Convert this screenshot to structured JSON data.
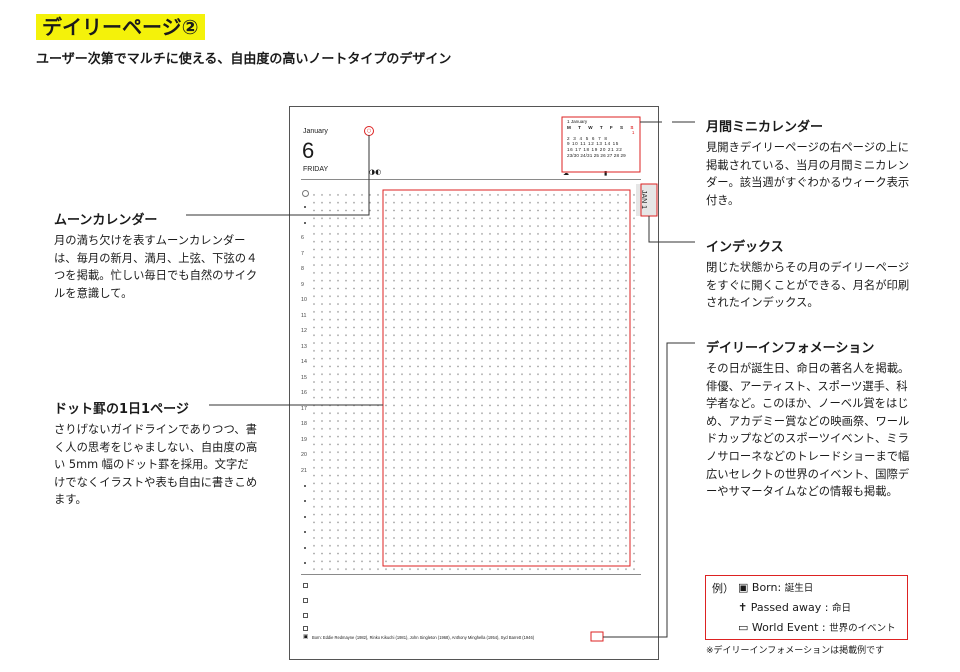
{
  "header": {
    "title": "デイリーページ②",
    "subtitle": "ユーザー次第でマルチに使える、自由度の高いノートタイプのデザイン"
  },
  "page": {
    "month": "January",
    "day": "6",
    "weekday": "FRIDAY",
    "index_tab": "JAN 1",
    "mini_calendar": {
      "title": "1 January",
      "weekdays": [
        "M",
        "T",
        "W",
        "T",
        "F",
        "S",
        "S"
      ],
      "rows": [
        "2 3 4 5 6 7 8",
        "9 10 11 12 13 14 15",
        "16 17 18 19 20 21 22",
        "23/30 24/31 25 26 27 28 29"
      ],
      "first_row": "1"
    },
    "hours": [
      "6",
      "7",
      "8",
      "9",
      "10",
      "11",
      "12",
      "13",
      "14",
      "15",
      "16",
      "17",
      "18",
      "19",
      "20",
      "21"
    ],
    "footer_info": "Born: Eddie Redmayne (1982), Rinko Kikuchi (1981), John Singleton (1968), Anthony Minghella (1954), Syd Barrett (1946)"
  },
  "callouts": {
    "mini_calendar": {
      "label": "月間ミニカレンダー",
      "text": "見開きデイリーページの右ページの上に掲載されている、当月の月間ミニカレンダー。該当週がすぐわかるウィーク表示付き。"
    },
    "index": {
      "label": "インデックス",
      "text": "閉じた状態からその月のデイリーページをすぐに開くことができる、月名が印刷されたインデックス。"
    },
    "daily_info": {
      "label": "デイリーインフォメーション",
      "text": "その日が誕生日、命日の著名人を掲載。俳優、アーティスト、スポーツ選手、科学者など。このほか、ノーベル賞をはじめ、アカデミー賞などの映画祭、ワールドカップなどのスポーツイベント、ミラノサローネなどのトレードショーまで幅広いセレクトの世界のイベント、国際デーやサマータイムなどの情報も掲載。"
    },
    "moon": {
      "label": "ムーンカレンダー",
      "text": "月の満ち欠けを表すムーンカレンダーは、毎月の新月、満月、上弦、下弦の４つを掲載。忙しい毎日でも自然のサイクルを意識して。"
    },
    "dots": {
      "label": "ドット罫の1日1ページ",
      "text": "さりげないガイドラインでありつつ、書く人の思考をじゃましない、自由度の高い 5mm 幅のドット罫を採用。文字だけでなくイラストや表も自由に書きこめます。"
    }
  },
  "example": {
    "prefix": "例）",
    "born_label": "Born:",
    "born_jp": "誕生日",
    "passed_label": "Passed away :",
    "passed_jp": "命日",
    "event_label": "World Event :",
    "event_jp": "世界のイベント",
    "note": "※デイリーインフォメーションは掲載例です"
  },
  "colors": {
    "accent_red": "#d22222",
    "highlight": "#f4f20a"
  }
}
